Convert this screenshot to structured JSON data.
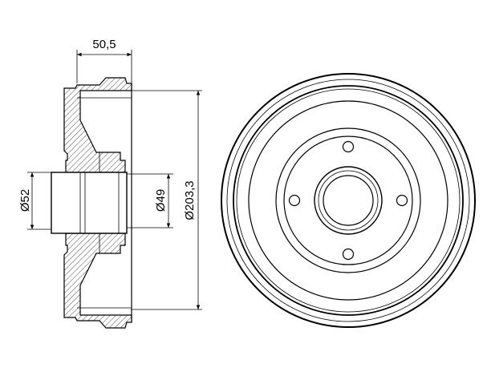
{
  "dimensions": {
    "width": "50,5",
    "hub_outer_diameter": "Ø52",
    "bore_diameter": "Ø49",
    "drum_diameter": "Ø203,3"
  },
  "colors": {
    "line": "#000000",
    "background": "#ffffff"
  }
}
